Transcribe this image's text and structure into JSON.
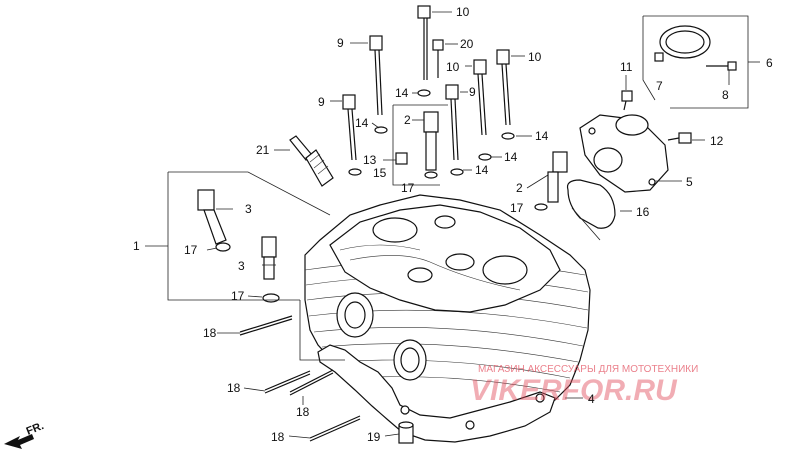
{
  "diagram": {
    "callouts": [
      {
        "id": "c10a",
        "text": "10"
      },
      {
        "id": "c9a",
        "text": "9"
      },
      {
        "id": "c20",
        "text": "20"
      },
      {
        "id": "c10b",
        "text": "10"
      },
      {
        "id": "c10c",
        "text": "10"
      },
      {
        "id": "c9b",
        "text": "9"
      },
      {
        "id": "c9c",
        "text": "9"
      },
      {
        "id": "c14a",
        "text": "14"
      },
      {
        "id": "c14b",
        "text": "14"
      },
      {
        "id": "c14c",
        "text": "14"
      },
      {
        "id": "c14d",
        "text": "14"
      },
      {
        "id": "c14e",
        "text": "14"
      },
      {
        "id": "c2a",
        "text": "2"
      },
      {
        "id": "c2b",
        "text": "2"
      },
      {
        "id": "c13",
        "text": "13"
      },
      {
        "id": "c15",
        "text": "15"
      },
      {
        "id": "c21",
        "text": "21"
      },
      {
        "id": "c17a",
        "text": "17"
      },
      {
        "id": "c17b",
        "text": "17"
      },
      {
        "id": "c17c",
        "text": "17"
      },
      {
        "id": "c17d",
        "text": "17"
      },
      {
        "id": "c3a",
        "text": "3"
      },
      {
        "id": "c3b",
        "text": "3"
      },
      {
        "id": "c1",
        "text": "1"
      },
      {
        "id": "c18a",
        "text": "18"
      },
      {
        "id": "c18b",
        "text": "18"
      },
      {
        "id": "c18c",
        "text": "18"
      },
      {
        "id": "c18d",
        "text": "18"
      },
      {
        "id": "c19",
        "text": "19"
      },
      {
        "id": "c4",
        "text": "4"
      },
      {
        "id": "c5",
        "text": "5"
      },
      {
        "id": "c6",
        "text": "6"
      },
      {
        "id": "c7",
        "text": "7"
      },
      {
        "id": "c8",
        "text": "8"
      },
      {
        "id": "c11",
        "text": "11"
      },
      {
        "id": "c12",
        "text": "12"
      },
      {
        "id": "c16",
        "text": "16"
      }
    ],
    "direction_marker": "FR.",
    "watermark": {
      "tagline": "МАГАЗИН АКСЕССУАРЫ ДЛЯ МОТОТЕХНИКИ",
      "logo": "VIKERFOR.RU"
    }
  }
}
